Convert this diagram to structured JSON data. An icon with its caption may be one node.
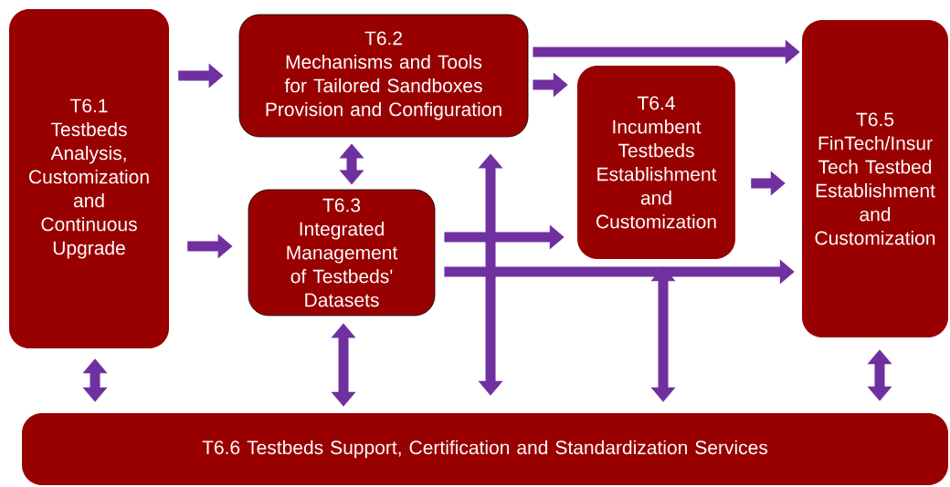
{
  "diagram": {
    "nodes": [
      {
        "text": [
          "T6.1",
          "Testbeds Analysis, Customization and Continuous Upgrade"
        ]
      },
      {
        "text": [
          "T6.2",
          "Mechanisms and Tools for Tailored Sandboxes Provision and Configuration"
        ]
      },
      {
        "text": [
          "T6.3",
          "Integrated Management of Testbeds' Datasets"
        ]
      },
      {
        "text": [
          "T6.4",
          "Incumbent Testbeds Establishment and Customization"
        ]
      },
      {
        "text": [
          "T6.5",
          "FinTech/Insur Tech Testbed Establishment and Customization"
        ]
      },
      {
        "text": [
          "T6.6 Testbeds Support, Certification and Standardization Services"
        ]
      }
    ],
    "edges": [
      {
        "from": 0,
        "to": 1,
        "arrow": "to"
      },
      {
        "from": 0,
        "to": 2,
        "arrow": "to"
      },
      {
        "from": 1,
        "to": 3,
        "arrow": "to"
      },
      {
        "from": 1,
        "to": 4,
        "arrow": "to"
      },
      {
        "from": 1,
        "to": 2,
        "arrow": "both"
      },
      {
        "from": 2,
        "to": 3,
        "arrow": "to"
      },
      {
        "from": 2,
        "to": 4,
        "arrow": "to"
      },
      {
        "from": 3,
        "to": 4,
        "arrow": "to"
      },
      {
        "from": 0,
        "to": 5,
        "arrow": "both"
      },
      {
        "from": 2,
        "to": 5,
        "arrow": "both"
      },
      {
        "from": 1,
        "to": 5,
        "arrow": "both"
      },
      {
        "from": 3,
        "to": 5,
        "arrow": "both"
      },
      {
        "from": 4,
        "to": 5,
        "arrow": "both"
      }
    ]
  }
}
